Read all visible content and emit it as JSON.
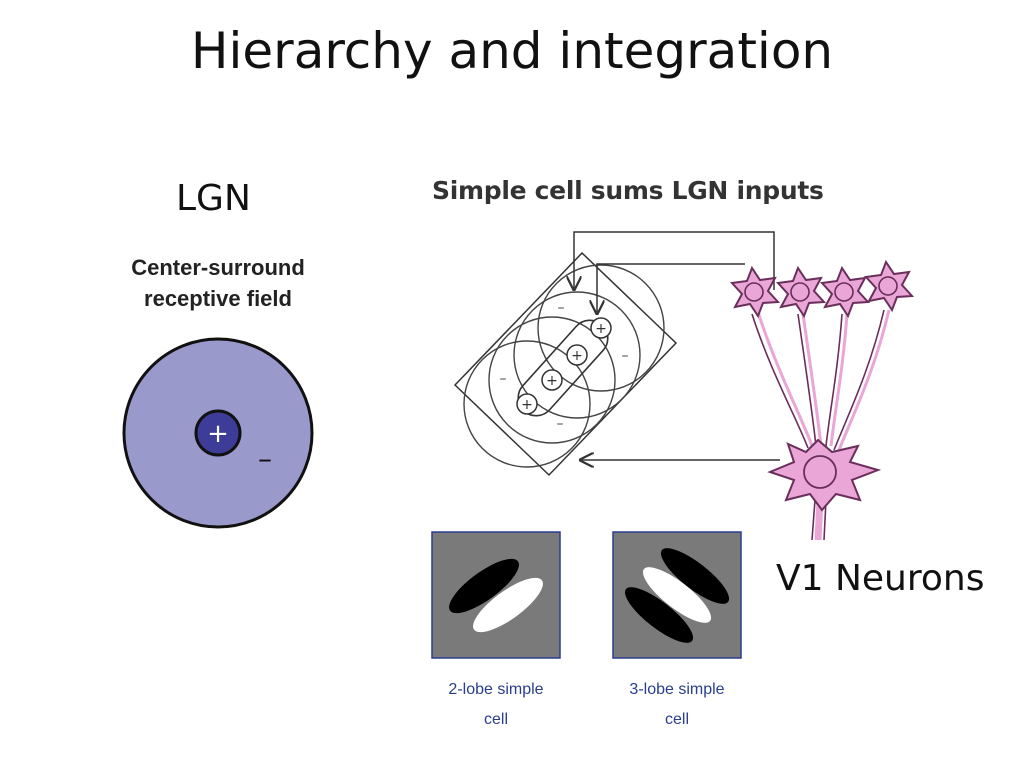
{
  "slide": {
    "title": "Hierarchy and integration"
  },
  "lgn": {
    "label": "LGN",
    "caption_line1": "Center-surround",
    "caption_line2": "receptive field",
    "center_sign": "+",
    "surround_sign": "–",
    "colors": {
      "surround": "#9999cc",
      "center": "#3d3d99",
      "outline": "#111111"
    }
  },
  "simple_cell": {
    "title": "Simple cell sums LGN inputs",
    "plus_sign": "+",
    "minus_sign": "–"
  },
  "v1": {
    "label": "V1 Neurons",
    "colors": {
      "neuron": "#e9a6d6",
      "outline": "#6a2e5a"
    }
  },
  "filters": [
    {
      "caption_line1": "2-lobe simple",
      "caption_line2": "cell"
    },
    {
      "caption_line1": "3-lobe simple",
      "caption_line2": "cell"
    }
  ],
  "colors": {
    "filter_bg": "#7a7a7a",
    "caption": "#2a3d8f"
  }
}
